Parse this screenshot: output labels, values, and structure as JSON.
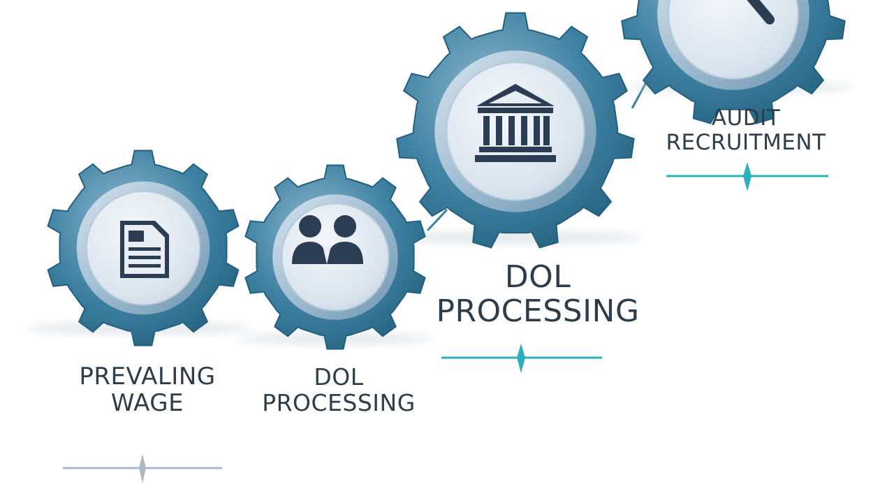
{
  "steps": [
    {
      "id": "prevailing-wage",
      "lines": [
        "PREVALING",
        "WAGE"
      ],
      "icon": "document-icon"
    },
    {
      "id": "dol-processing-1",
      "lines": [
        "DOL",
        "PROCESSING"
      ],
      "icon": "people-icon"
    },
    {
      "id": "dol-processing-2",
      "lines": [
        "DOL",
        "PROCESSING"
      ],
      "icon": "bank-building-icon"
    },
    {
      "id": "audit-recruitment",
      "lines": [
        "AUDIT",
        "RECRUITMENT"
      ],
      "icon": "magnifier-icon"
    }
  ],
  "colors": {
    "gear_dark": "#2c6d8d",
    "gear_mid": "#4a8fae",
    "gear_light": "#a9c3d8",
    "disc_center": "#e8eef4",
    "icon": "#2a3d52",
    "accent_teal": "#2ab0bd",
    "accent_gray": "#a9b8c4",
    "text": "#2e3d4b"
  }
}
